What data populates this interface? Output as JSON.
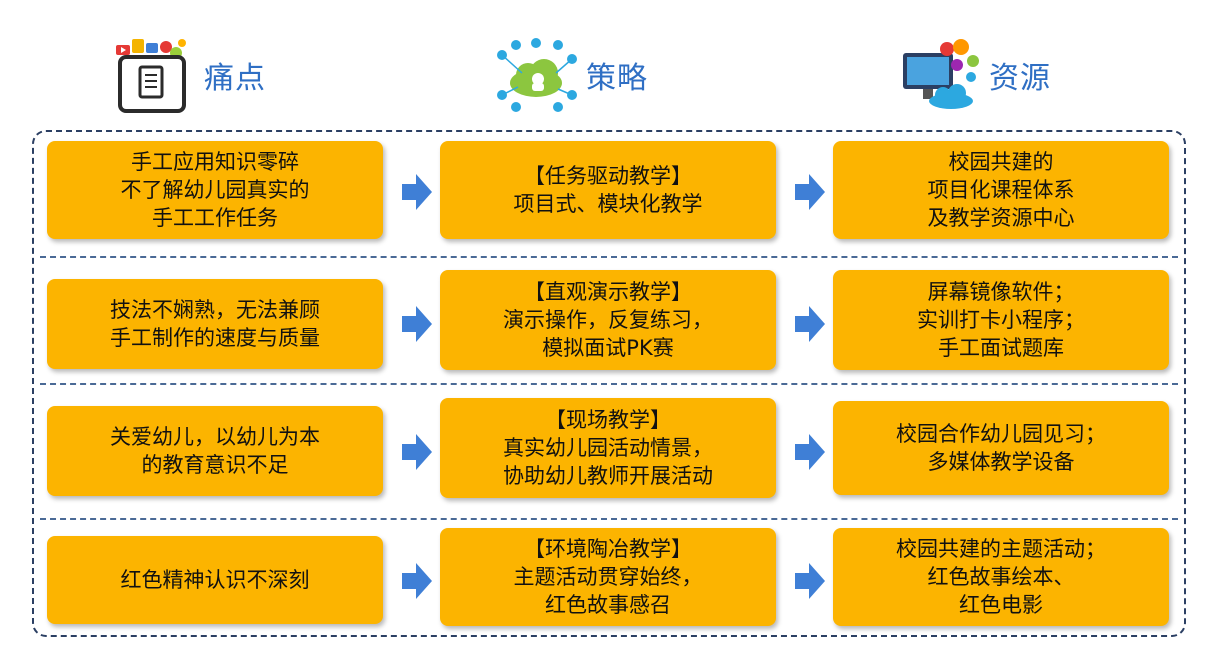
{
  "headers": [
    {
      "title": "痛点",
      "icon": "tablet-document-icon"
    },
    {
      "title": "策略",
      "icon": "cloud-computing-icon"
    },
    {
      "title": "资源",
      "icon": "monitor-media-icon"
    }
  ],
  "rows": [
    {
      "pain": "手工应用知识零碎\n不了解幼儿园真实的\n手工工作任务",
      "strategy": "【任务驱动教学】\n项目式、模块化教学",
      "resource": "校园共建的\n项目化课程体系\n及教学资源中心"
    },
    {
      "pain": "技法不娴熟，无法兼顾\n手工制作的速度与质量",
      "strategy": "【直观演示教学】\n演示操作，反复练习，\n模拟面试PK赛",
      "resource": "屏幕镜像软件；\n实训打卡小程序；\n手工面试题库"
    },
    {
      "pain": "关爱幼儿，以幼儿为本\n的教育意识不足",
      "strategy": "【现场教学】\n真实幼儿园活动情景，\n协助幼儿教师开展活动",
      "resource": "校园合作幼儿园见习；\n多媒体教学设备"
    },
    {
      "pain": "红色精神认识不深刻",
      "strategy": "【环境陶冶教学】\n主题活动贯穿始终，\n红色故事感召",
      "resource": "校园共建的主题活动；\n红色故事绘本、\n红色电影"
    }
  ],
  "colors": {
    "box": "#fcb400",
    "arrow": "#3f7fd6",
    "title": "#2f6fc4",
    "frame": "#2b3f63"
  }
}
